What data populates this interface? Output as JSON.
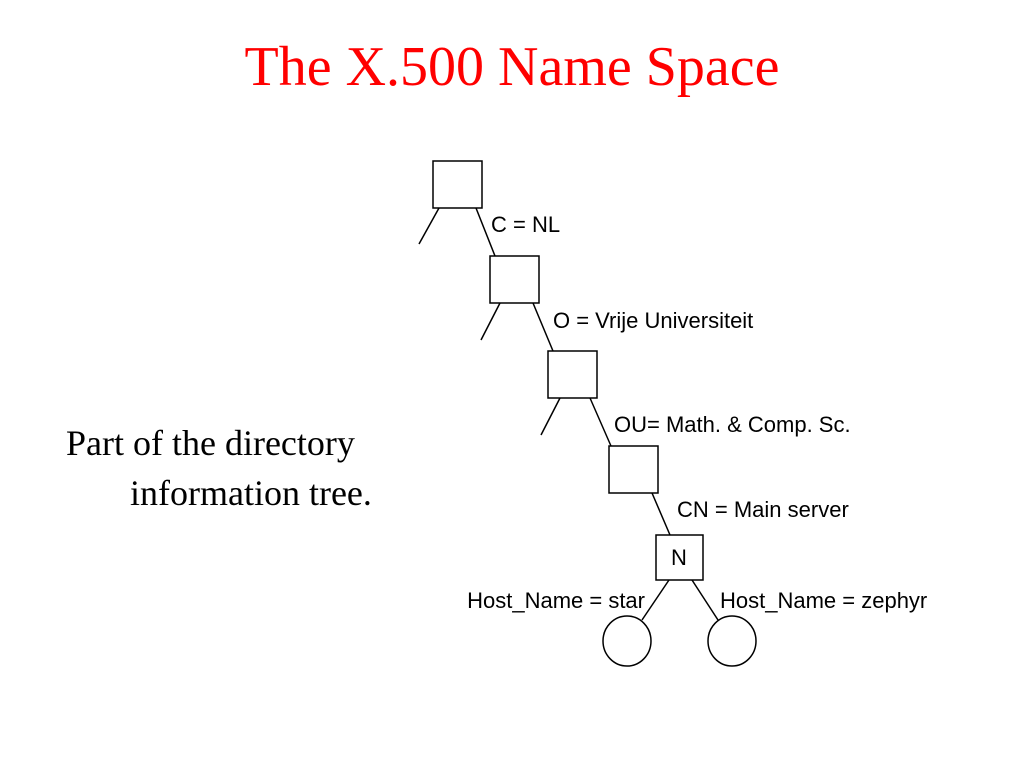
{
  "slide": {
    "title": "The X.500 Name Space",
    "title_color": "#ff0000",
    "caption_lines": [
      "Part of the directory",
      "information tree."
    ]
  },
  "tree": {
    "edge_labels": {
      "country": "C = NL",
      "organization": "O = Vrije Universiteit",
      "org_unit": "OU= Math. & Comp. Sc.",
      "common_name": "CN = Main server",
      "host_left": "Host_Name = star",
      "host_right": "Host_Name = zephyr"
    },
    "node_labels": {
      "main_server": "N"
    },
    "line_color": "#000000"
  }
}
